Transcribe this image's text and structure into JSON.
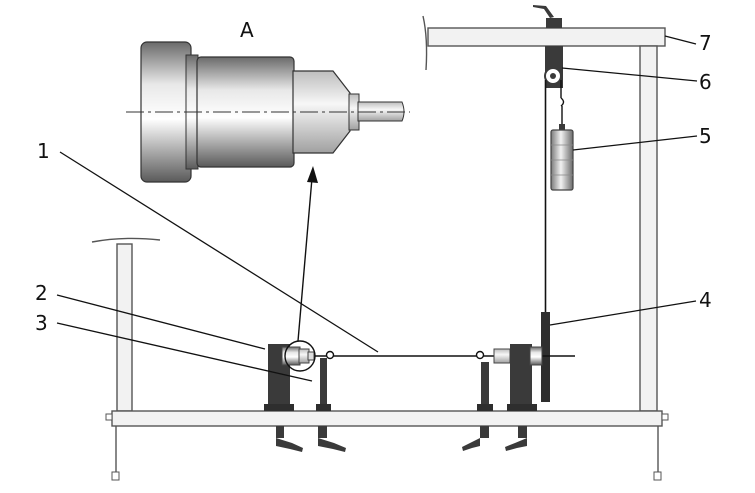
{
  "detail_label": "A",
  "callouts": [
    {
      "number": "1"
    },
    {
      "number": "2"
    },
    {
      "number": "3"
    },
    {
      "number": "4"
    },
    {
      "number": "5"
    },
    {
      "number": "6"
    },
    {
      "number": "7"
    }
  ],
  "colors": {
    "frame_fill": "#f2f2f2",
    "frame_stroke": "#555555",
    "dark_part": "#3a3a3a",
    "mid_part": "#8c8c8c",
    "light_part": "#e6e6e6",
    "line": "#111111"
  }
}
